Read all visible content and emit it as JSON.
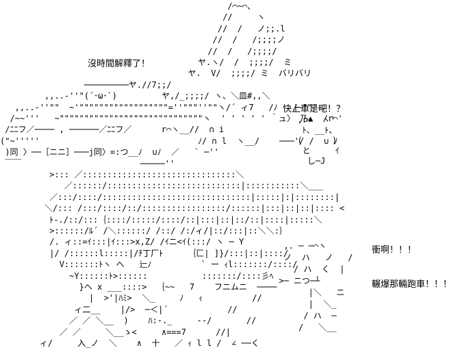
{
  "captions": {
    "no_time": "沒時間解釋了！",
    "get_in": "快上車是吧！？",
    "charge": "衝啊！！！",
    "crush": "輾爆那輛跑車！！！"
  },
  "art_lines": [
    "                                              /⌒~⌒、",
    "                                             //     ヽ",
    "                                            //  /   ノ;;.l",
    "                                           //  /   /;;;;ノ",
    "                                          //  /   /;;;;/",
    "                                        ヤ.ヽ/  /  ;;;;/  ミ",
    "                                      ヤ.  V/  ;;;;/ ミ  バリバリ",
    "                 ─────────ヤ.//7;;/",
    "         ,,..-''\"(´･ω･`)         ヤ,/_;;;;/ ヽ、＼皿#,,＼",
    "   ,,..-''\"\"  ~'\"\"\"\"\"\"\"\"\"\"\"\"\"\"\"\"\"\"=''\"\"\"''\"\"ヽ/´ ィ7   /ﾉ   /~\"\"'-､",
    "  /~~'''   ~\"\"\"\"\"\"\"\"\"\"\"\"\"\"\"\"\"\"\"\"\"\"\"\"\"\"\"\"\"ヽ  ' ' ' ' ' ｀ュ〉 乃▲  /r⌒'  ",
    " /ﾆﾆフ／──── , ──────／ﾆﾆフ／      r⌒ヽ__//  ∩ i",
    "(\"~'''''                                ﾉ/ ∩ l  ヽ__/    ───'/ /  ∪ ﾉ",
    " )同 〉──［ニニ］───j同〉=:つ__ﾉ  ∪ﾉ  ／   ` ─''",
    " ￣￣                        ─────''",
    "          >::: ／:::::::::::::::::::::::::::::::＼",
    "             ／::::::/:::::::::::::::::::::::::::|:::::::::::＼___",
    "          ／:::/::::/::::::::::::::::::::::::::::::|:::::|:|::::::::|",
    "         ＼/::: /:::/::::/::/:::::::::::::::::/::::::|:::|::|::|:::: <",
    "          ﾄ-./::/:::｛::::/:::::/::::/::|:::|::|::/::|::::|:::::＼",
    "          >::::::/ﾙ´ /＼::::::/ /::/ /:/ィ/|::/:::|::＼＼:｝",
    "          /. ィ::=ｲ:::|ｲ:::>x,Z/ /ｲニ<ｲ(:::/ ヽ ─ Y",
    "          |/ /::::::l:::::|/ﾁ丁厂ﾄ     ｛匚| ]}/:::|::|::::/",
    "            V:::::::ﾄヽ へ   辷ﾉ          ` ー ｨl:::::::/::::/",
    "              ~Y::::::ﾄ>::::::           :::::::/::::彡ﾍ",
    "                }ヘ x ___::::>  ｛~~   7    フニムニ  ────",
    "                  |  >'|ﾊﾐ>  ＼_     ﾉ   ｨ          //",
    "               ィ二__    |/>  ─＜|´            //",
    "              ／ ／ ＼__  )    ﾊ:‐._     ‐-/       //",
    "            ／ ／     ＼__ゝ<     ∧===7      //|",
    "        ィ/     入_ノ  ＼    ∧  十   ／ ｨ l l /  ∠ ──く"
  ],
  "right_art_lines": [
    "  ,r⌒  ヽ'",
    "   ﾄ、__ﾄ、",
    "  (      )",
    "   と     ｲ",
    "    し─J"
  ],
  "bottom_right_art_lines": [
    "  ,. ─ ─⌒ヽ",
    "  ノ  ハ   ノ   /",
    "    / ハ  く  |",
    " >─ ニつ─┴",
    "       |＼   ニ",
    "       |  ＼_",
    "      / ハ  ─",
    "     /   ＼__"
  ]
}
